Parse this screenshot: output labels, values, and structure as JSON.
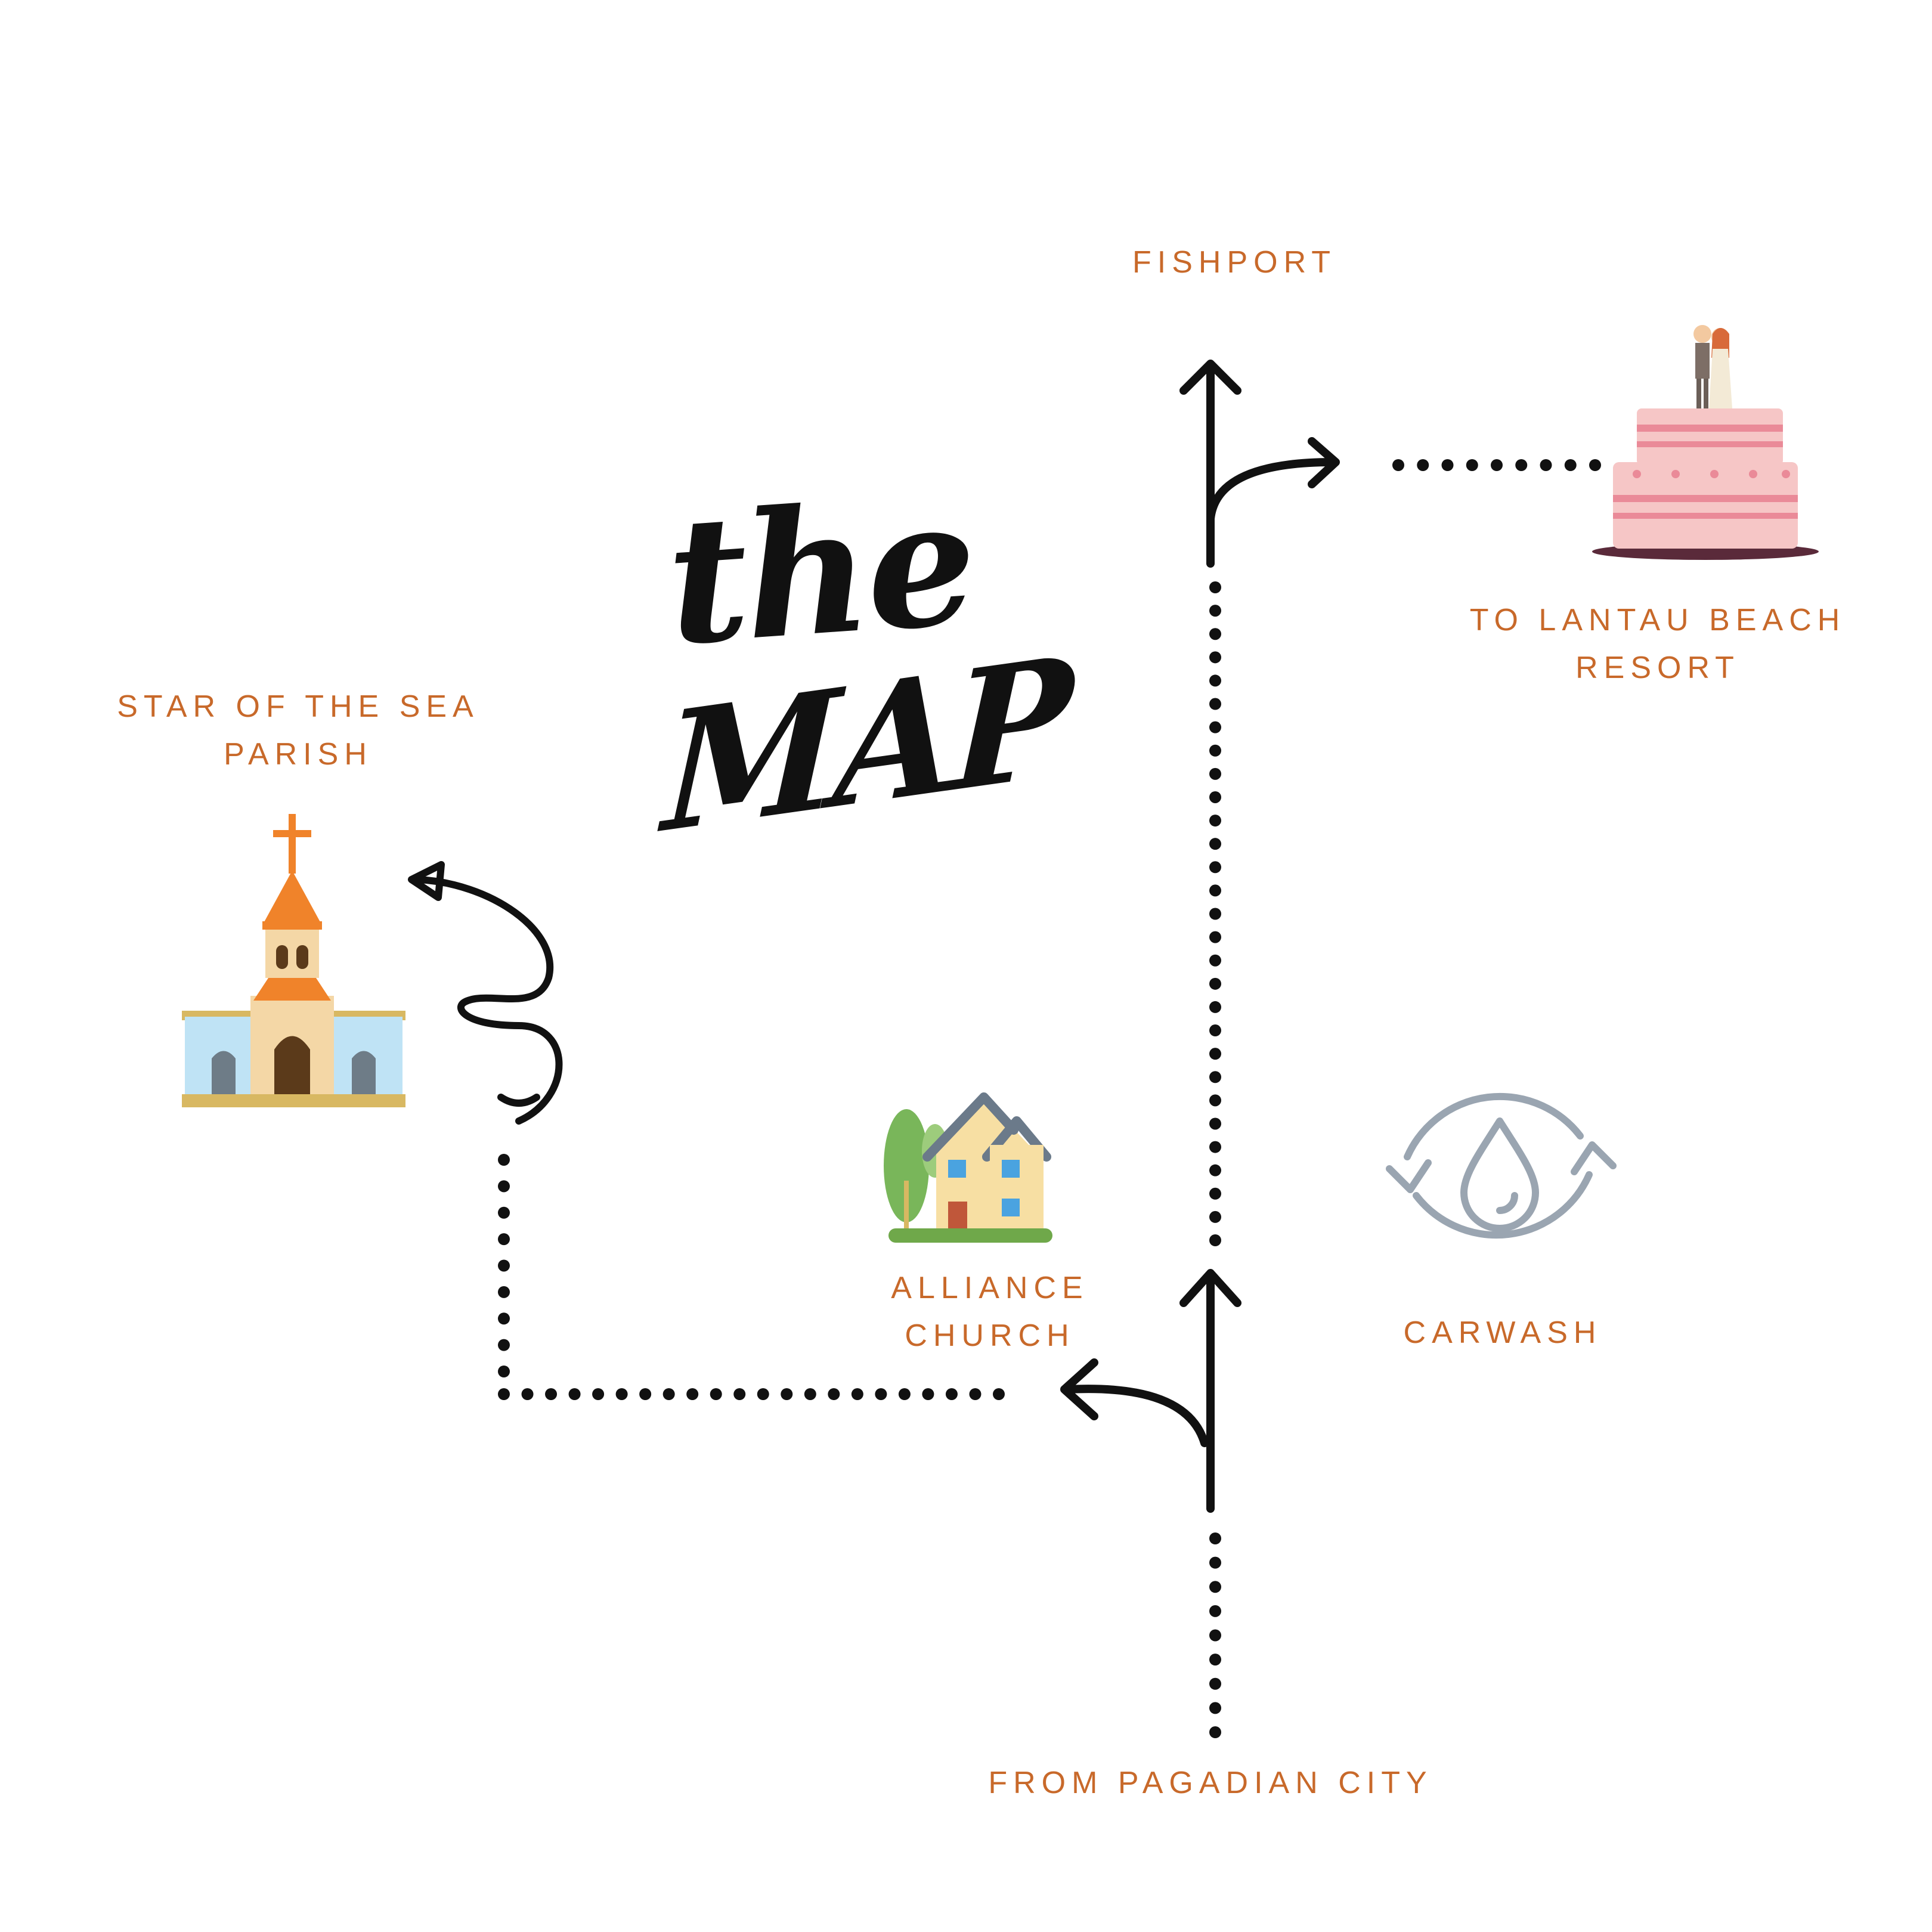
{
  "title": {
    "line1": "the",
    "line2": "MAP"
  },
  "places": {
    "fishport": "FISHPORT",
    "resort": {
      "line1": "TO LANTAU BEACH",
      "line2": "RESORT"
    },
    "parish": {
      "line1": "STAR OF THE SEA",
      "line2": "PARISH"
    },
    "alliance": {
      "line1": "ALLIANCE",
      "line2": "CHURCH"
    },
    "carwash": "CARWASH",
    "origin": "FROM PAGADIAN CITY"
  },
  "colors": {
    "label": "#c8692a",
    "route": "#111111",
    "church_orange": "#f0832a",
    "church_wall": "#f4d7a6",
    "church_wing": "#bfe3f5",
    "church_base": "#d8b862",
    "cake_pink": "#f6c6c6",
    "cake_stripe": "#ea8a98",
    "house_wall": "#f7dfa3",
    "house_roof": "#6b7a8a",
    "tree_green": "#79b65a",
    "carwash_gray": "#9aa5b1"
  },
  "icons": [
    "church-icon",
    "wedding-cake-icon",
    "house-icon",
    "carwash-icon"
  ]
}
